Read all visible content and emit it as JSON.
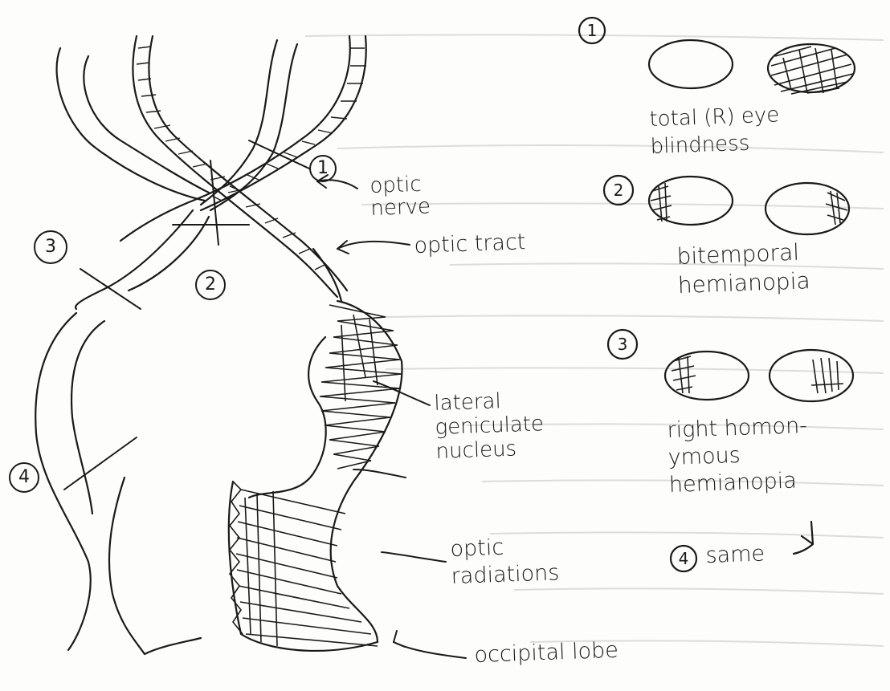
{
  "labels": {
    "optic_nerve": "optic\nnerve",
    "optic_tract": "optic tract",
    "lateral_geniculate_nucleus": "lateral\ngeniculate\nnucleus",
    "optic_radiations": "optic\nradiations",
    "occipital_lobe": "occipital lobe"
  },
  "lesion_markers": [
    "1",
    "2",
    "3",
    "4"
  ],
  "defects": [
    {
      "number": "1",
      "label": "total (R) eye\nblindness"
    },
    {
      "number": "2",
      "label": "bitemporal\nhemianopia"
    },
    {
      "number": "3",
      "label": "right homon-\nymous\nhemianopia"
    },
    {
      "number": "4",
      "label": "same"
    }
  ],
  "colors": {
    "ink": "#1a1a1a",
    "paper": "#fdfdfb",
    "bleed_through": "#d8d8d4"
  }
}
